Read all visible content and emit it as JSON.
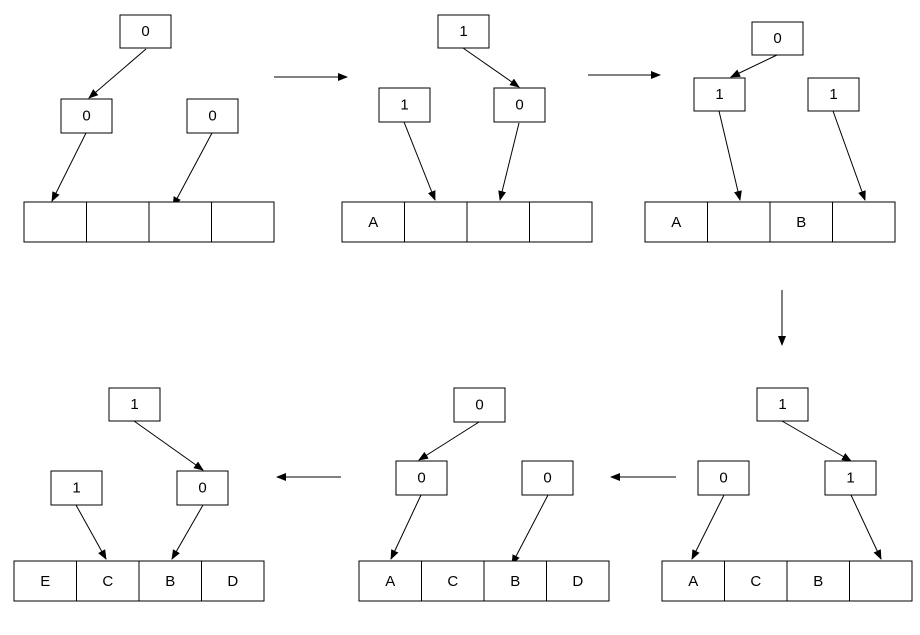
{
  "colors": {
    "stroke": "#000000",
    "fill": "#ffffff",
    "text": "#000000"
  },
  "panels": [
    {
      "id": "step-1",
      "nodes": [
        {
          "id": "root",
          "label": "0"
        },
        {
          "id": "left",
          "label": "0"
        },
        {
          "id": "right",
          "label": "0"
        }
      ],
      "cells": [
        "",
        "",
        "",
        ""
      ]
    },
    {
      "id": "step-2",
      "nodes": [
        {
          "id": "root",
          "label": "1"
        },
        {
          "id": "left",
          "label": "1"
        },
        {
          "id": "right",
          "label": "0"
        }
      ],
      "cells": [
        "A",
        "",
        "",
        ""
      ]
    },
    {
      "id": "step-3",
      "nodes": [
        {
          "id": "root",
          "label": "0"
        },
        {
          "id": "left",
          "label": "1"
        },
        {
          "id": "right",
          "label": "1"
        }
      ],
      "cells": [
        "A",
        "",
        "B",
        ""
      ]
    },
    {
      "id": "step-4",
      "nodes": [
        {
          "id": "root",
          "label": "1"
        },
        {
          "id": "left",
          "label": "0"
        },
        {
          "id": "right",
          "label": "1"
        }
      ],
      "cells": [
        "A",
        "C",
        "B",
        ""
      ]
    },
    {
      "id": "step-5",
      "nodes": [
        {
          "id": "root",
          "label": "0"
        },
        {
          "id": "left",
          "label": "0"
        },
        {
          "id": "right",
          "label": "0"
        }
      ],
      "cells": [
        "A",
        "C",
        "B",
        "D"
      ]
    },
    {
      "id": "step-6",
      "nodes": [
        {
          "id": "root",
          "label": "1"
        },
        {
          "id": "left",
          "label": "1"
        },
        {
          "id": "right",
          "label": "0"
        }
      ],
      "cells": [
        "E",
        "C",
        "B",
        "D"
      ]
    }
  ]
}
